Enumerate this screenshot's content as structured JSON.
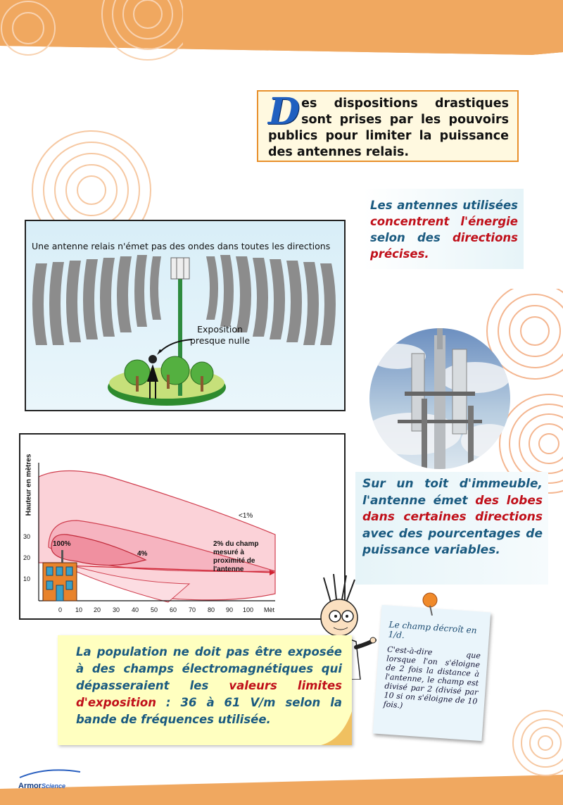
{
  "header": {
    "dropcap": "D",
    "title_rest": "es dispositions drastiques sont prises par les pouvoirs publics pour limiter la puissance des antennes relais."
  },
  "focus_note": {
    "part1": "Les antennes utilisées ",
    "part2_red": "concentrent l'énergie",
    "part3": " selon des ",
    "part4_red": "directions précises."
  },
  "diagram_antenna": {
    "caption": "Une antenne relais n'émet pas des ondes dans toutes les directions",
    "exposure_line1": "Exposition",
    "exposure_line2": "presque nulle"
  },
  "roof_note": {
    "part1": "Sur un toit d'immeuble, l'antenne émet ",
    "part2_red": "des lobes dans certaines directions",
    "part3": " avec des pourcentages de puissance variables."
  },
  "diagram_field": {
    "y_axis_label": "Hauteur en mètres",
    "y_ticks": [
      "30",
      "20",
      "10"
    ],
    "x_ticks": [
      "0",
      "10",
      "20",
      "30",
      "40",
      "50",
      "60",
      "70",
      "80",
      "90",
      "100",
      "Mèt"
    ],
    "label_lt1": "<1%",
    "label_100": "100%",
    "label_4": "4%",
    "label_2_line1": "2% du champ",
    "label_2_line2": "mesuré à",
    "label_2_line3": "proximité de",
    "label_2_line4": "l'antenne"
  },
  "population_note": {
    "part1": "La population ne doit pas être exposée à des champs électromagnétiques qui dépasseraient les ",
    "part2_red": "valeurs limites d'exposition",
    "part3": " : 36 à 61 V/m selon la bande de fréquences utilisée."
  },
  "sticky_note": {
    "title": "Le champ décroît en 1/d.",
    "body": "C'est-à-dire que lorsque l'on s'éloigne de 2 fois la distance à l'antenne, le champ est divisé par 2 (divisé par 10 si on s'éloigne de 10 fois.)"
  },
  "logo": {
    "text_armor": "Armor",
    "text_science": "Science"
  },
  "colors": {
    "page_orange": "#f0a860",
    "accent_red": "#c0101a",
    "text_blue": "#1a5a80",
    "lobe_pink": "#f7b6c0"
  }
}
